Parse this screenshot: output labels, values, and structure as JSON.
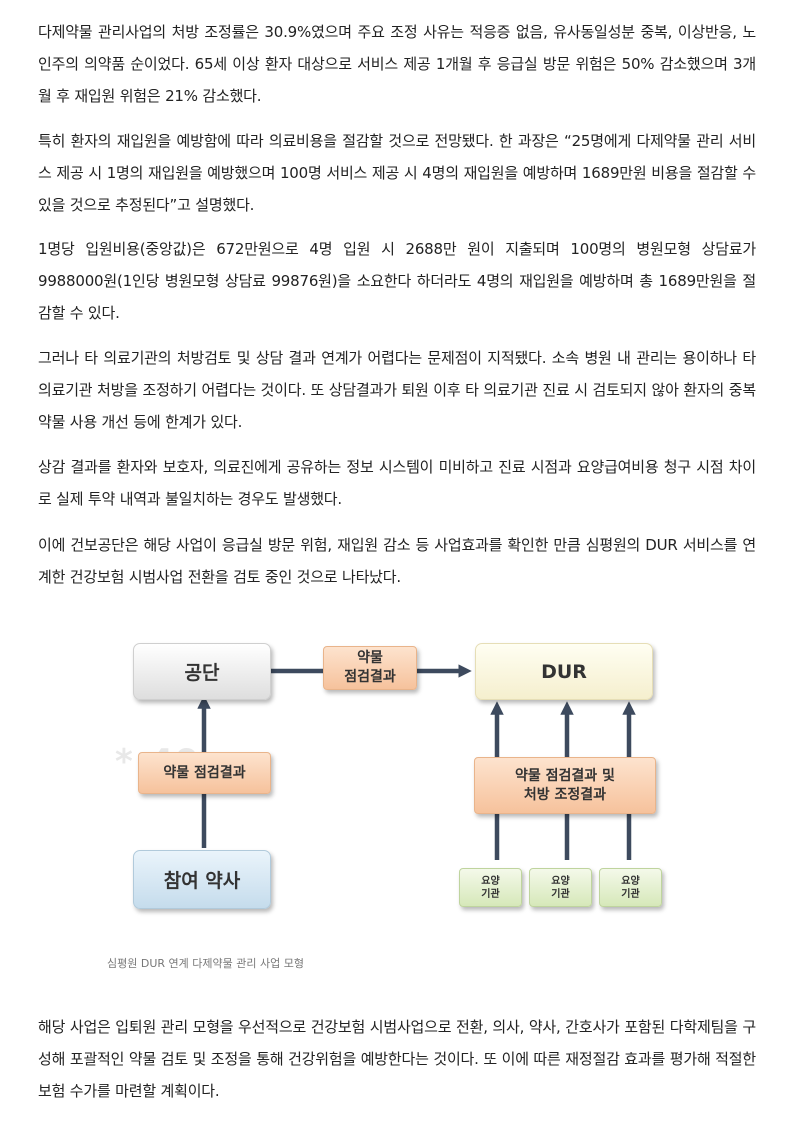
{
  "paragraphs": [
    "다제약물 관리사업의 처방 조정률은 30.9%였으며 주요 조정 사유는 적응증 없음, 유사동일성분 중복, 이상반응, 노인주의 의약품 순이었다. 65세 이상 환자 대상으로 서비스 제공 1개월 후 응급실 방문 위험은 50% 감소했으며 3개월 후 재입원 위험은 21% 감소했다.",
    "특히 환자의 재입원을 예방함에 따라 의료비용을 절감할 것으로 전망됐다. 한 과장은 “25명에게 다제약물 관리 서비스 제공 시 1명의 재입원을 예방했으며 100명 서비스 제공 시 4명의 재입원을 예방하며 1689만원 비용을 절감할 수 있을 것으로 추정된다”고 설명했다.",
    "1명당 입원비용(중앙값)은 672만원으로 4명 입원 시 2688만 원이 지출되며 100명의 병원모형 상담료가 9988000원(1인당 병원모형 상담료 99876원)을 소요한다 하더라도 4명의 재입원을 예방하며 총 1689만원을 절감할 수 있다.",
    "그러나 타 의료기관의 처방검토 및 상담 결과 연계가 어렵다는 문제점이 지적됐다. 소속 병원 내 관리는 용이하나 타 의료기관 처방을 조정하기 어렵다는 것이다. 또 상담결과가 퇴원 이후 타 의료기관 진료 시 검토되지 않아 환자의 중복 약물 사용 개선 등에 한계가 있다.",
    "상감 결과를 환자와 보호자, 의료진에게 공유하는 정보 시스템이 미비하고 진료 시점과 요양급여비용 청구 시점 차이로 실제 투약 내역과 불일치하는 경우도 발생했다.",
    "이에 건보공단은 해당 사업이 응급실 방문 위험, 재입원 감소 등 사업효과를 확인한 만큼 심평원의 DUR 서비스를 연계한 건강보험 시범사업 전환을 검토 중인 것으로 나타났다.",
    "해당 사업은 입퇴원 관리 모형을 우선적으로 건강보험 시범사업으로 전환, 의사, 약사, 간호사가 포함된 다학제팀을 구성해 포괄적인 약물 검토 및 조정을 통해 건강위험을 예방한다는 것이다. 또 이에 따른 재정절감 효과를 평가해 적절한 보험 수가를 마련할 계획이다."
  ],
  "diagram": {
    "gongdan": "공단",
    "dur": "DUR",
    "pharmacist": "참여 약사",
    "result_top": "약물\n점검결과",
    "result_left": "약물 점검결과",
    "result_right": "약물 점검결과 및\n처방 조정결과",
    "institutions": [
      "요양\n기관",
      "요양\n기관",
      "요양\n기관"
    ],
    "watermark": "*.49"
  },
  "caption": "심평원 DUR 연계 다제약물 관리 사업 모형"
}
